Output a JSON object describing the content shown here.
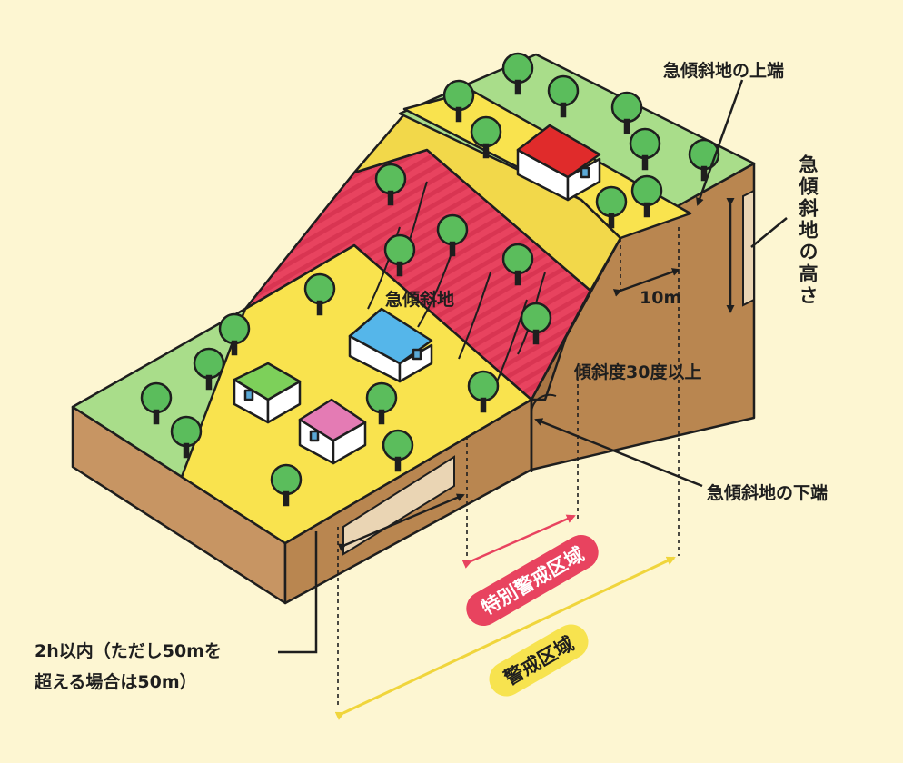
{
  "labels": {
    "top_edge": "急傾斜地の上端",
    "height": "急傾斜地の高さ",
    "slope": "急傾斜地",
    "distance_10m": "10m",
    "angle": "傾斜度30度以上",
    "bottom_edge": "急傾斜地の下端",
    "special_zone": "特別警戒区域",
    "warning_zone": "警戒区域",
    "note_line1": "2h以内（ただし50mを",
    "note_line2": "超える場合は50m）"
  },
  "colors": {
    "background": "#fdf6d2",
    "green": "#a9dd8a",
    "yellow": "#f9e34e",
    "slope_red": "#e8435f",
    "soil": "#b98650",
    "special_zone_arrow": "#e8435f",
    "warning_zone_arrow": "#f0d53c",
    "roof_red": "#e02b2b",
    "roof_blue": "#55b6ea",
    "roof_green": "#7dd05a",
    "roof_pink": "#e47bb4"
  }
}
